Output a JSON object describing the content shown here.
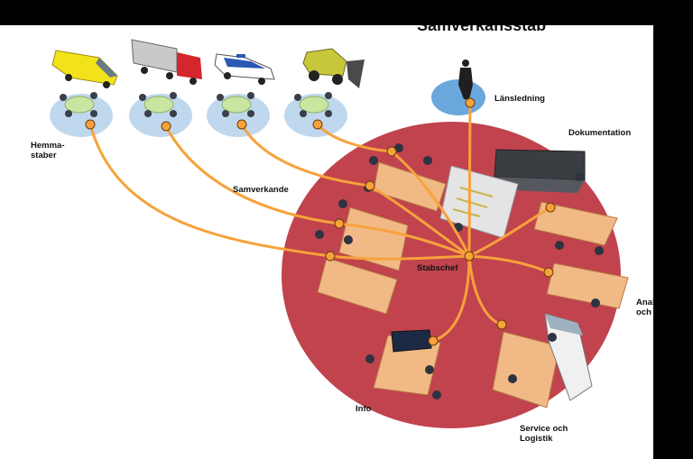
{
  "title": "Samverkansstab",
  "labels": {
    "lansledning": "Länsledning",
    "dokumentation": "Dokumentation",
    "hemmastaber": "Hemma-\nstaber",
    "samverkande": "Samverkande",
    "stabschef": "Stabschef",
    "analys": "Analys och",
    "info": "Info",
    "service": "Service och\nLogistik"
  },
  "icons": {
    "ambulance": "ambulance-icon",
    "fire_truck": "fire-truck-icon",
    "police_car": "police-car-icon",
    "loader": "wheel-loader-icon"
  },
  "colors": {
    "circle": "#c0434e",
    "connector": "#f7a23b",
    "node_fill": "#f7a23b",
    "table": "#f1b985",
    "platform": "#bfd8ee",
    "leader_platform": "#6aa7dc"
  }
}
